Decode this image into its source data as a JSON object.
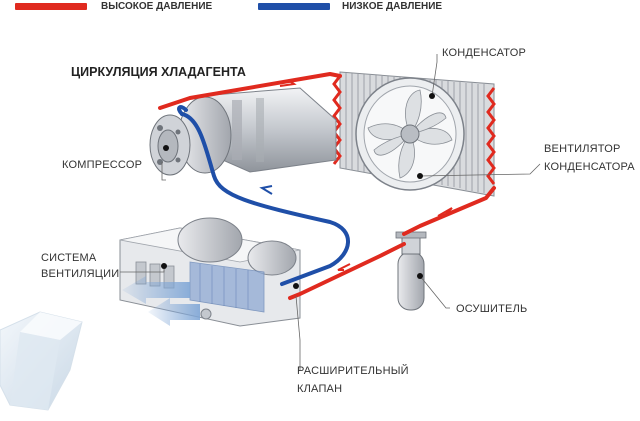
{
  "legend": {
    "high": {
      "label": "ВЫСОКОЕ ДАВЛЕНИЕ",
      "color": "#e02a1f"
    },
    "low": {
      "label": "НИЗКОЕ ДАВЛЕНИЕ",
      "color": "#1f4fa8"
    }
  },
  "title": "ЦИРКУЛЯЦИЯ ХЛАДАГЕНТА",
  "labels": {
    "condenser": "КОНДЕНСАТОР",
    "fan_line1": "ВЕНТИЛЯТОР",
    "fan_line2": "КОНДЕНСАТОРА",
    "compressor": "КОМПРЕССОР",
    "ventilation_line1": "СИСТЕМА",
    "ventilation_line2": "ВЕНТИЛЯЦИИ",
    "dryer": "ОСУШИТЕЛЬ",
    "valve_line1": "РАСШИРИТЕЛЬНЫЙ",
    "valve_line2": "КЛАПАН"
  },
  "colors": {
    "high_pipe": "#e02a1f",
    "low_pipe": "#1f4fa8",
    "component_gray": "#c9ccd1",
    "air_blue": "#7fa6d6"
  },
  "icons": {
    "compressor": "compressor-icon",
    "condenser": "condenser-icon",
    "fan": "fan-icon",
    "dryer": "dryer-icon",
    "evaporator": "evaporator-icon",
    "ice": "ice-icon"
  }
}
